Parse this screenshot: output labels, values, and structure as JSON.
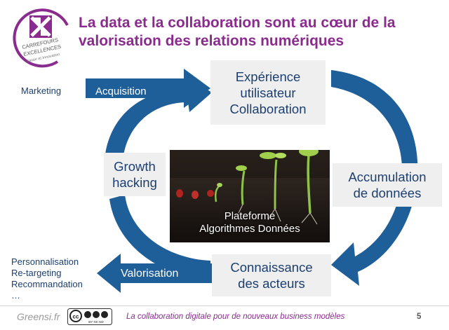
{
  "slide": {
    "title_line1": "La data et la collaboration sont au cœur de la",
    "title_line2": "valorisation des relations numériques"
  },
  "logo": {
    "text_line1": "CARREFOURS",
    "text_line2": "EXCELLENCES",
    "text_line3": "Savoir et Innovation"
  },
  "cycle": {
    "experience": {
      "line1": "Expérience",
      "line2": "utilisateur",
      "line3": "Collaboration"
    },
    "accumulation": {
      "line1": "Accumulation",
      "line2": "de données"
    },
    "connaissance": {
      "line1": "Connaissance",
      "line2": "des acteurs"
    },
    "growth": {
      "line1": "Growth",
      "line2": "hacking"
    },
    "platform": {
      "line1": "Plateforme",
      "line2": "Algorithmes Données"
    }
  },
  "arrows": {
    "acquisition": "Acquisition",
    "valorisation": "Valorisation"
  },
  "side_labels": {
    "marketing": "Marketing",
    "outputs": [
      "Personnalisation",
      "Re-targeting",
      "Recommandation",
      "…"
    ]
  },
  "footer": {
    "brand": "Greensi.fr",
    "tagline": "La collaboration digitale pour de nouveaux business modèles",
    "page_number": "5",
    "license": "BY NC ND"
  },
  "colors": {
    "title": "#8a2b8e",
    "arrow_blue": "#1f5f99",
    "box_text": "#1c3f70",
    "box_bg": "#efefef"
  }
}
